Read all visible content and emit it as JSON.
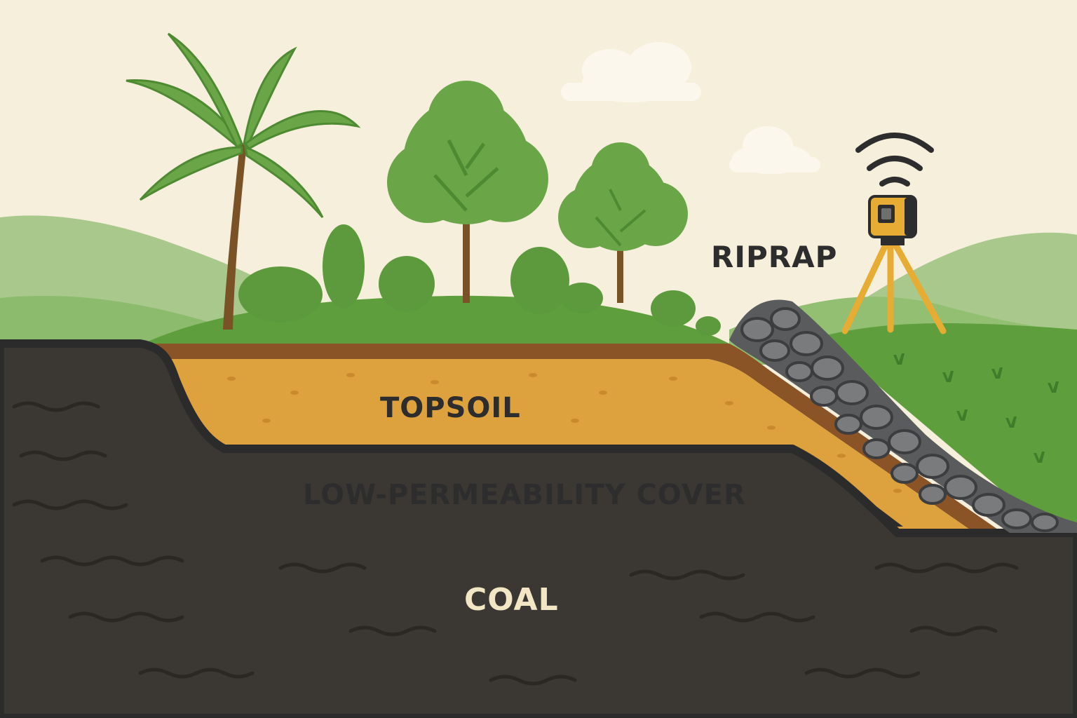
{
  "labels": {
    "riprap": "RIPRAP",
    "topsoil": "TOPSOIL",
    "cover": "LOW-PERMEABILITY COVER",
    "coal": "COAL"
  },
  "colors": {
    "sky": "#f6efdc",
    "hill_far": "#a9c98c",
    "hill_near": "#89b86a",
    "grass": "#5f9e3c",
    "grass_dark": "#3f7d2a",
    "tree_leaf": "#6aa548",
    "trunk": "#7a5226",
    "topsoil_band": "#8a5426",
    "topsoil": "#dda23e",
    "cover": "#e7b452",
    "coal": "#3b3833",
    "outline": "#2b2b2b",
    "rock": "#6e6f71",
    "survey_yellow": "#e7ac34",
    "label_dark": "#2d2d2d",
    "label_light": "#f3e6c5"
  },
  "icons": {
    "survey": "total-station-icon",
    "signal": "wifi-signal-icon"
  }
}
